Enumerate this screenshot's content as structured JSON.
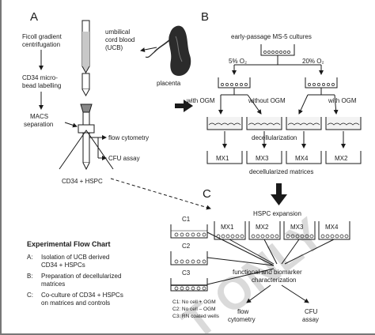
{
  "panels": {
    "a": "A",
    "b": "B",
    "c": "C"
  },
  "panel_a": {
    "ficoll": [
      "Ficoll gradient",
      "centrifugation"
    ],
    "ucb": [
      "umbilical",
      "cord blood",
      "(UCB)"
    ],
    "placenta": "placenta",
    "cd34": [
      "CD34 micro-",
      "bead labelling"
    ],
    "macs": [
      "MACS",
      "separation"
    ],
    "flow": "flow cytometry",
    "cfu": "CFU assay",
    "output": "CD34 + HSPC"
  },
  "panel_b": {
    "title": "early-passage MS-5 cultures",
    "o2_left": "5% O₂",
    "o2_right": "20% O₂",
    "with_ogm_left": "with OGM",
    "without_ogm": "without OGM",
    "with_ogm_right": "with OGM",
    "decell": "decellularization",
    "mx": [
      "MX1",
      "MX3",
      "MX4",
      "MX2"
    ],
    "matrices": "decellularized matrices"
  },
  "panel_c": {
    "controls": [
      "C1",
      "C2",
      "C3"
    ],
    "expansion": "HSPC expansion",
    "mx": [
      "MX1",
      "MX2",
      "MX3",
      "MX4"
    ],
    "characterization": [
      "functional and biomarker",
      "characterization"
    ],
    "notes": [
      "C1: No cell + OGM",
      "C2: No cell – OGM",
      "C3: RN coated wells"
    ],
    "flow": [
      "flow",
      "cytometry"
    ],
    "cfu": [
      "CFU",
      "assay"
    ]
  },
  "legend": {
    "title": "Experimental Flow Chart",
    "items": [
      {
        "key": "A:",
        "lines": [
          "Isolation of UCB derived",
          "CD34 + HSPCs"
        ]
      },
      {
        "key": "B:",
        "lines": [
          "Preparation of decellularized",
          "matrices"
        ]
      },
      {
        "key": "C:",
        "lines": [
          "Co-culture of CD34 + HSPCs",
          "on matrices and controls"
        ]
      }
    ]
  },
  "watermark": "T ONLY"
}
